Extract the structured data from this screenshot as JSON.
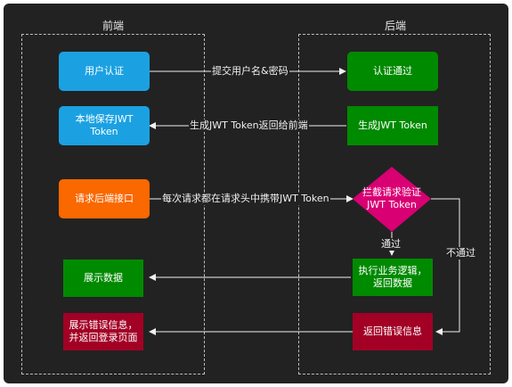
{
  "groups": {
    "frontend_title": "前端",
    "backend_title": "后端"
  },
  "nodes": {
    "user_auth": "用户认证",
    "auth_passed": "认证通过",
    "save_token": "本地保存JWT\nToken",
    "gen_token": "生成JWT Token",
    "request_api": "请求后端接口",
    "intercept": "拦截请求验证\nJWT Token",
    "exec_logic": "执行业务逻辑，\n返回数据",
    "show_data": "展示数据",
    "return_error": "返回错误信息",
    "show_error": "展示错误信息，\n并返回登录页面"
  },
  "edges": {
    "submit_credentials": "提交用户名&密码",
    "return_token": "生成JWT Token返回给前端",
    "carry_token": "每次请求都在请求头中携带JWT Token",
    "pass": "通过",
    "fail": "不通过"
  },
  "colors": {
    "blue": "#1ba1e2",
    "green": "#008a00",
    "orange": "#fa6800",
    "red": "#a20025",
    "decision": "#d80073",
    "line": "#f0f0f0"
  }
}
